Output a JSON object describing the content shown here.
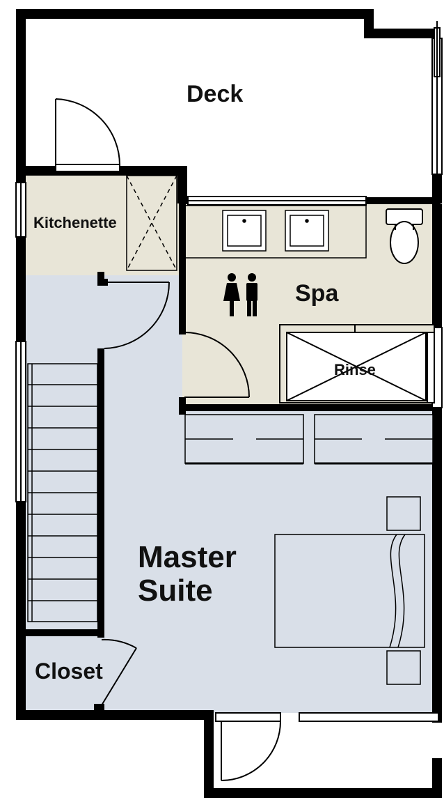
{
  "floor_plan": {
    "rooms": {
      "deck": "Deck",
      "kitchenette": "Kitchenette",
      "spa": "Spa",
      "rinse": "Rinse",
      "master_suite": [
        "Master",
        "Suite"
      ],
      "closet": "Closet"
    },
    "symbols": {
      "restroom": "restroom-icon"
    },
    "colors": {
      "wall": "#000000",
      "master_suite_floor": "#d9dfe8",
      "spa_floor": "#e8e5d7",
      "kitchenette_floor": "#e8e5d7",
      "deck_floor": "#ffffff"
    }
  }
}
